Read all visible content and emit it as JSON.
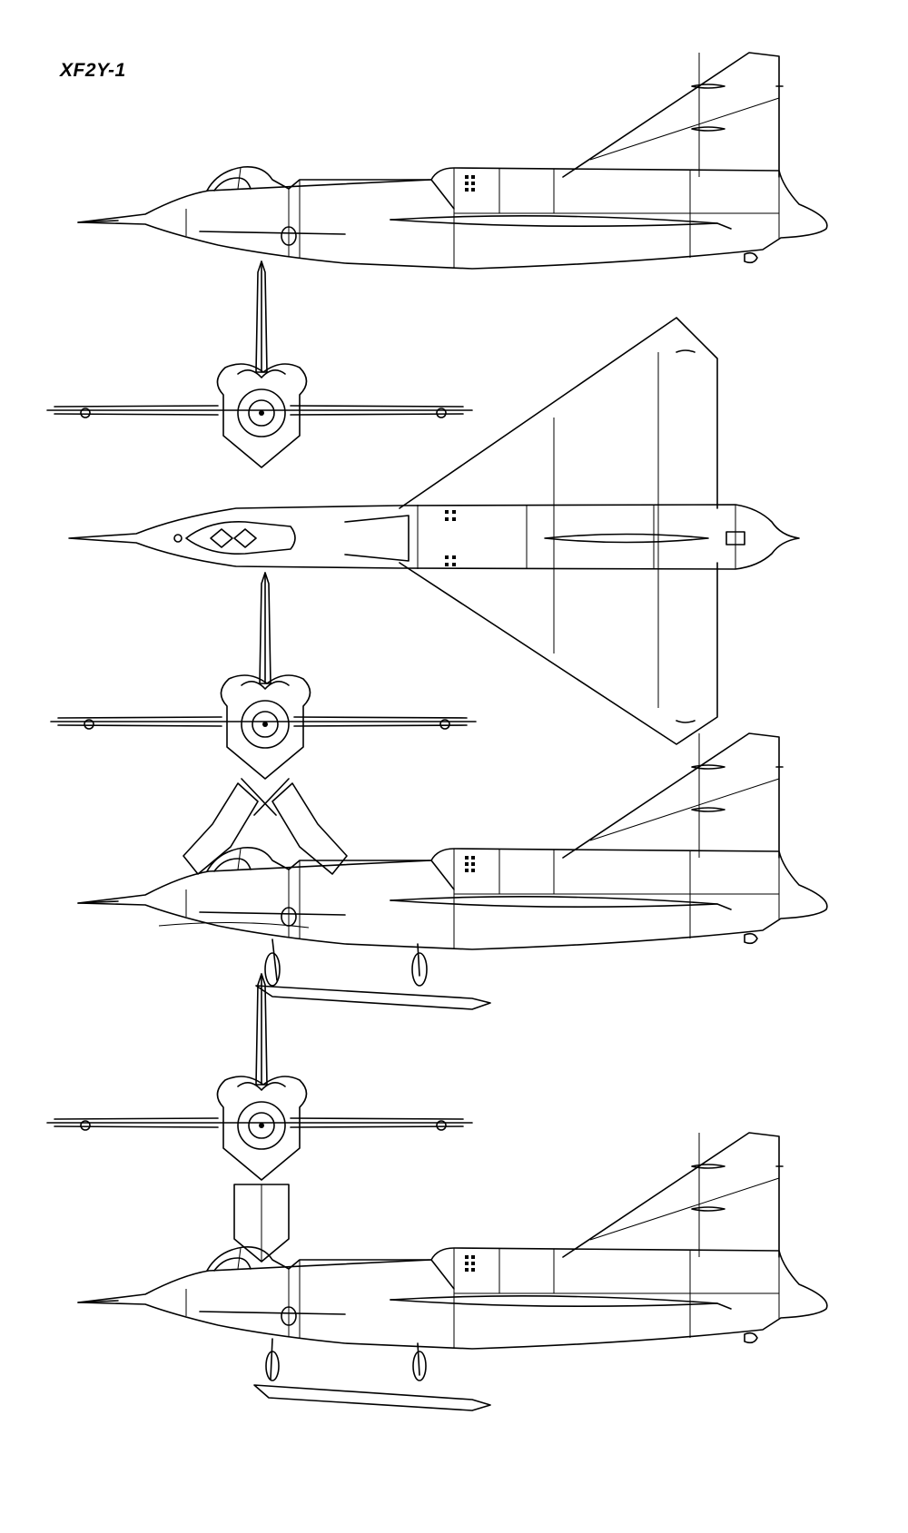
{
  "title": "XF2Y-1",
  "views": [
    {
      "id": "side-view-1",
      "kind": "side elevation"
    },
    {
      "id": "front-view-1",
      "kind": "front elevation"
    },
    {
      "id": "plan-view",
      "kind": "plan"
    },
    {
      "id": "front-view-2",
      "kind": "front elevation with twin skis"
    },
    {
      "id": "side-view-2",
      "kind": "side elevation with twin skis"
    },
    {
      "id": "front-view-3",
      "kind": "front elevation with single ski"
    },
    {
      "id": "side-view-3",
      "kind": "side elevation with single ski"
    }
  ]
}
